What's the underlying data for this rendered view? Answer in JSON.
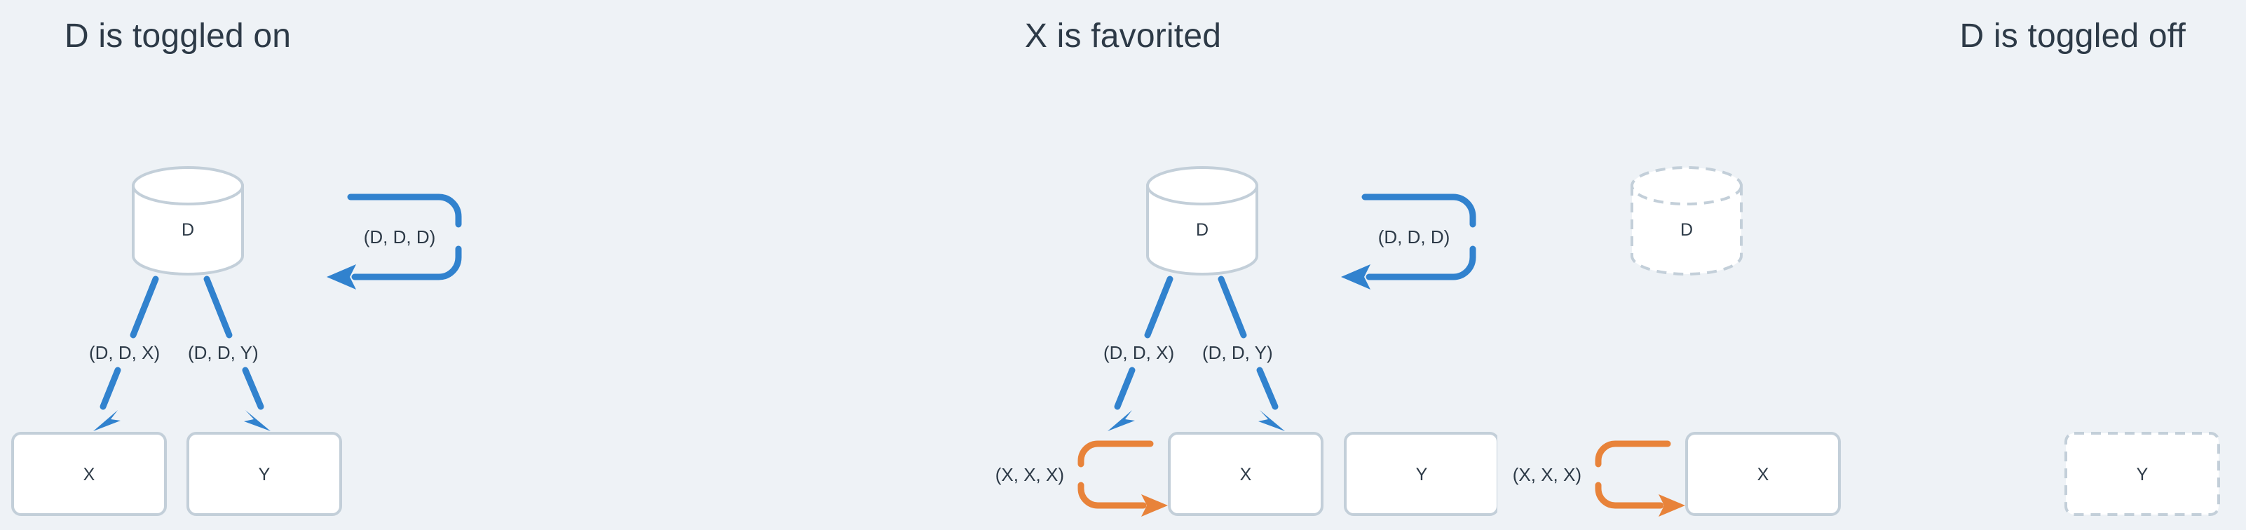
{
  "page": {
    "background_color": "#eef2f6",
    "text_color": "#2d3a47",
    "accent_blue": "#3182ce",
    "accent_orange": "#e8833a",
    "node_border_color": "#c3cfd9",
    "node_fill_color": "#ffffff"
  },
  "panels": [
    {
      "id": "panel-toggled-on",
      "title": "D is toggled on",
      "nodes": [
        {
          "id": "D",
          "label": "D",
          "shape": "cylinder",
          "state": "active"
        },
        {
          "id": "X",
          "label": "X",
          "shape": "box",
          "state": "active"
        },
        {
          "id": "Y",
          "label": "Y",
          "shape": "box",
          "state": "active"
        }
      ],
      "edges": [
        {
          "from": "D",
          "to": "D",
          "label": "(D, D, D)",
          "color": "blue",
          "kind": "self-loop"
        },
        {
          "from": "D",
          "to": "X",
          "label": "(D, D, X)",
          "color": "blue",
          "kind": "directed"
        },
        {
          "from": "D",
          "to": "Y",
          "label": "(D, D, Y)",
          "color": "blue",
          "kind": "directed"
        }
      ]
    },
    {
      "id": "panel-favorited",
      "title": "X is favorited",
      "nodes": [
        {
          "id": "D",
          "label": "D",
          "shape": "cylinder",
          "state": "active"
        },
        {
          "id": "X",
          "label": "X",
          "shape": "box",
          "state": "active"
        },
        {
          "id": "Y",
          "label": "Y",
          "shape": "box",
          "state": "active"
        }
      ],
      "edges": [
        {
          "from": "D",
          "to": "D",
          "label": "(D, D, D)",
          "color": "blue",
          "kind": "self-loop"
        },
        {
          "from": "D",
          "to": "X",
          "label": "(D, D, X)",
          "color": "blue",
          "kind": "directed"
        },
        {
          "from": "D",
          "to": "Y",
          "label": "(D, D, Y)",
          "color": "blue",
          "kind": "directed"
        },
        {
          "from": "X",
          "to": "X",
          "label": "(X, X, X)",
          "color": "orange",
          "kind": "self-loop"
        }
      ]
    },
    {
      "id": "panel-toggled-off",
      "title": "D is toggled off",
      "nodes": [
        {
          "id": "D",
          "label": "D",
          "shape": "cylinder",
          "state": "inactive"
        },
        {
          "id": "X",
          "label": "X",
          "shape": "box",
          "state": "active"
        },
        {
          "id": "Y",
          "label": "Y",
          "shape": "box",
          "state": "inactive"
        }
      ],
      "edges": [
        {
          "from": "X",
          "to": "X",
          "label": "(X, X, X)",
          "color": "orange",
          "kind": "self-loop"
        }
      ]
    }
  ]
}
